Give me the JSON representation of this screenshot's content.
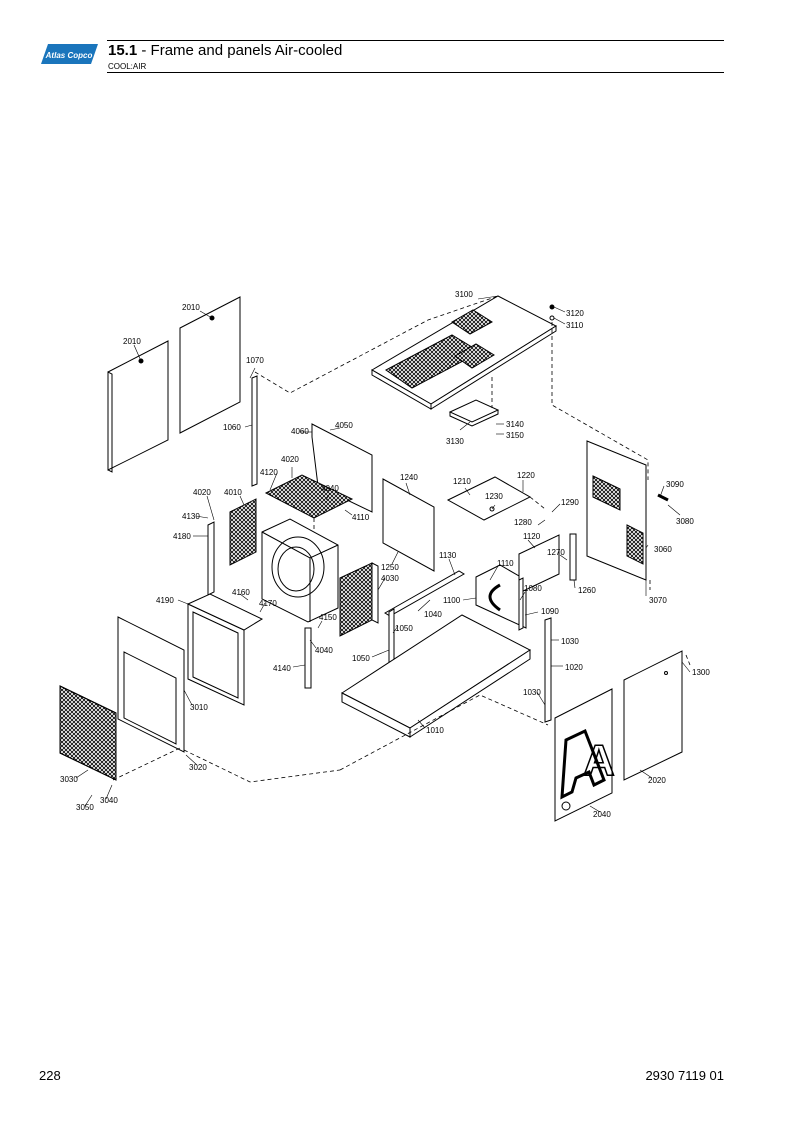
{
  "header": {
    "logo_text": "Atlas Copco",
    "section_number": "15.1",
    "section_separator": " - ",
    "section_title": "Frame and panels Air-cooled",
    "subtitle": "COOL:AIR"
  },
  "diagram": {
    "callouts": [
      "3100",
      "3120",
      "3110",
      "2010",
      "2010",
      "1070",
      "1060",
      "4060",
      "4050",
      "3140",
      "3150",
      "3130",
      "4020",
      "4120",
      "4040",
      "4110",
      "1240",
      "1210",
      "1220",
      "1230",
      "1290",
      "3090",
      "3080",
      "4020",
      "4010",
      "4130",
      "4180",
      "1280",
      "1120",
      "1270",
      "3060",
      "1250",
      "4030",
      "1130",
      "1110",
      "1080",
      "1260",
      "3070",
      "1100",
      "1090",
      "4190",
      "4160",
      "4170",
      "4150",
      "1040",
      "1050",
      "1030",
      "1050",
      "4040",
      "4140",
      "1020",
      "1300",
      "3010",
      "1030",
      "1010",
      "3030",
      "3020",
      "3040",
      "3050",
      "2020",
      "2040"
    ],
    "panel_logo_letter": "A"
  },
  "footer": {
    "page_number": "228",
    "document_number": "2930 7119 01"
  },
  "colors": {
    "line": "#000000",
    "logo_blue": "#1a75bc"
  }
}
